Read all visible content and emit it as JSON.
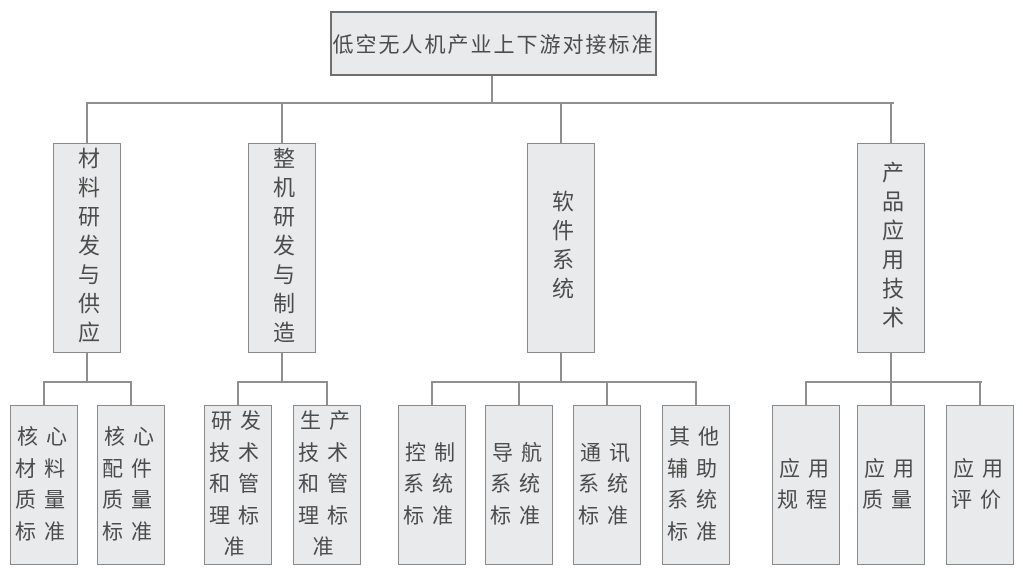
{
  "tree": {
    "root": "低空无人机产业上下游对接标准",
    "branches": [
      {
        "label": "材料研发与供应",
        "children": [
          "核心材料质量标准",
          "核心配件质量标准"
        ]
      },
      {
        "label": "整机研发与制造",
        "children": [
          "研发技术和管理标准",
          "生产技术和管理标准"
        ]
      },
      {
        "label": "软件系统",
        "children": [
          "控制系统标准",
          "导航系统标准",
          "通讯系统标准",
          "其他辅助系统标准"
        ]
      },
      {
        "label": "产品应用技术",
        "children": [
          "应用规程",
          "应用质量",
          "应用评价"
        ]
      }
    ]
  },
  "colors": {
    "background": "#ffffff",
    "box_fill": "#e9eaeb",
    "box_border": "#8a8a8a",
    "root_border": "#6f6f6f",
    "connector_line": "#8f8f8f",
    "text": "#4c4c4c"
  }
}
